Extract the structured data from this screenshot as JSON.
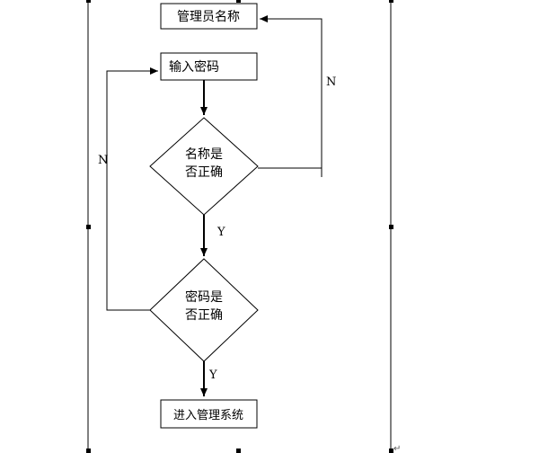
{
  "nodes": {
    "admin_name": "管理员名称",
    "input_password": "输入密码",
    "name_check": {
      "line1": "名称是",
      "line2": "否正确"
    },
    "password_check": {
      "line1": "密码是",
      "line2": "否正确"
    },
    "enter_system": "进入管理系统"
  },
  "edges": {
    "name_check_no": "N",
    "password_check_no": "N",
    "name_check_yes": "Y",
    "password_check_yes": "Y"
  },
  "paragraph_mark": "↵"
}
